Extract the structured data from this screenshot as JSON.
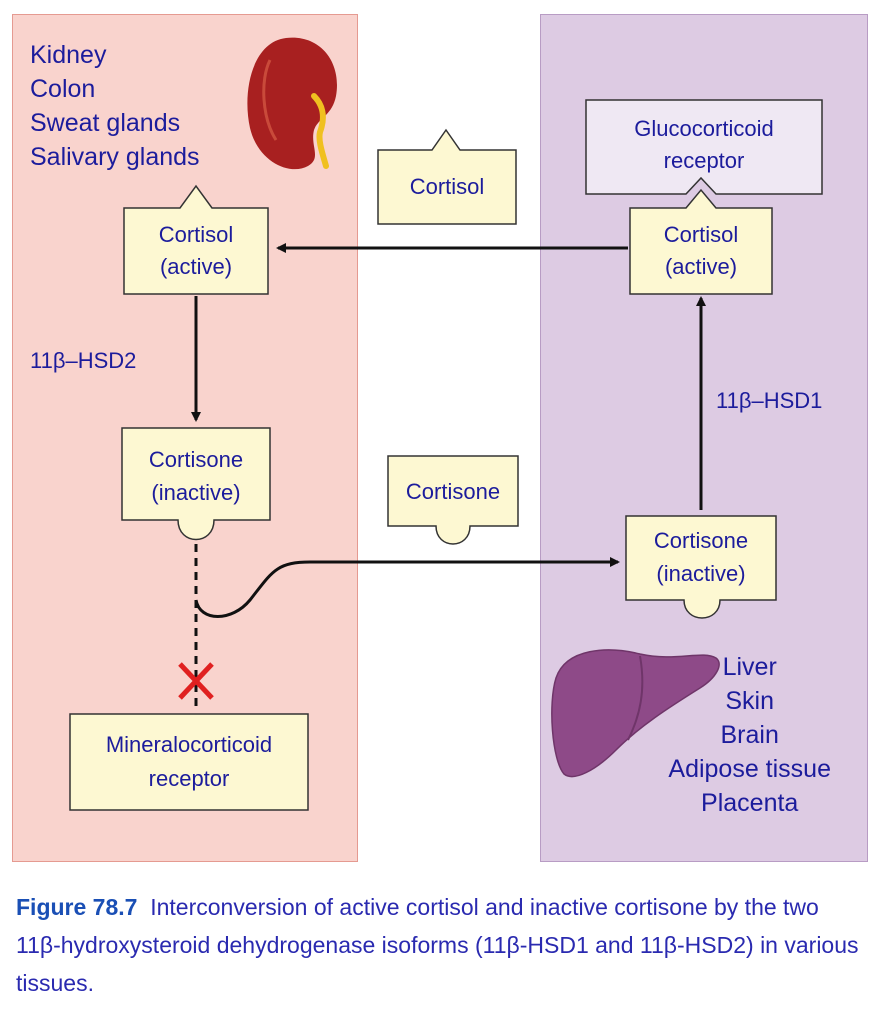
{
  "tissues": {
    "left": [
      "Kidney",
      "Colon",
      "Sweat glands",
      "Salivary glands"
    ],
    "right": [
      "Liver",
      "Skin",
      "Brain",
      "Adipose tissue",
      "Placenta"
    ]
  },
  "boxes": {
    "cortisol_active_left": [
      "Cortisol",
      "(active)"
    ],
    "cortisone_inactive_left": [
      "Cortisone",
      "(inactive)"
    ],
    "mineralocorticoid": [
      "Mineralocorticoid",
      "receptor"
    ],
    "cortisol_floating": "Cortisol",
    "cortisone_floating": "Cortisone",
    "glucocorticoid": [
      "Glucocorticoid",
      "receptor"
    ],
    "cortisol_active_right": [
      "Cortisol",
      "(active)"
    ],
    "cortisone_inactive_right": [
      "Cortisone",
      "(inactive)"
    ]
  },
  "enzymes": {
    "left": "11β–HSD2",
    "right": "11β–HSD1"
  },
  "colors": {
    "left_panel": "#f9d3cd",
    "right_panel": "#ddcbe3",
    "box_fill": "#fdf8d2",
    "text": "#1c1c9c",
    "block_mark": "#e02020"
  },
  "caption": {
    "figure": "Figure 78.7",
    "text": "Interconversion of active cortisol and inactive cortisone by the two 11β-hydroxysteroid dehydrogenase isoforms (11β-HSD1 and 11β-HSD2) in various tissues."
  }
}
